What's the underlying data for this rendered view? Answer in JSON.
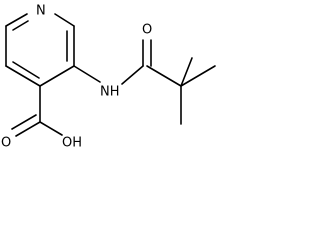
{
  "molecule": {
    "atom_labels": {
      "ring_nitrogen": "N",
      "amide_nh": "NH",
      "amide_oxygen": "O",
      "acid_oxygen": "O",
      "hydroxyl": "OH"
    }
  }
}
